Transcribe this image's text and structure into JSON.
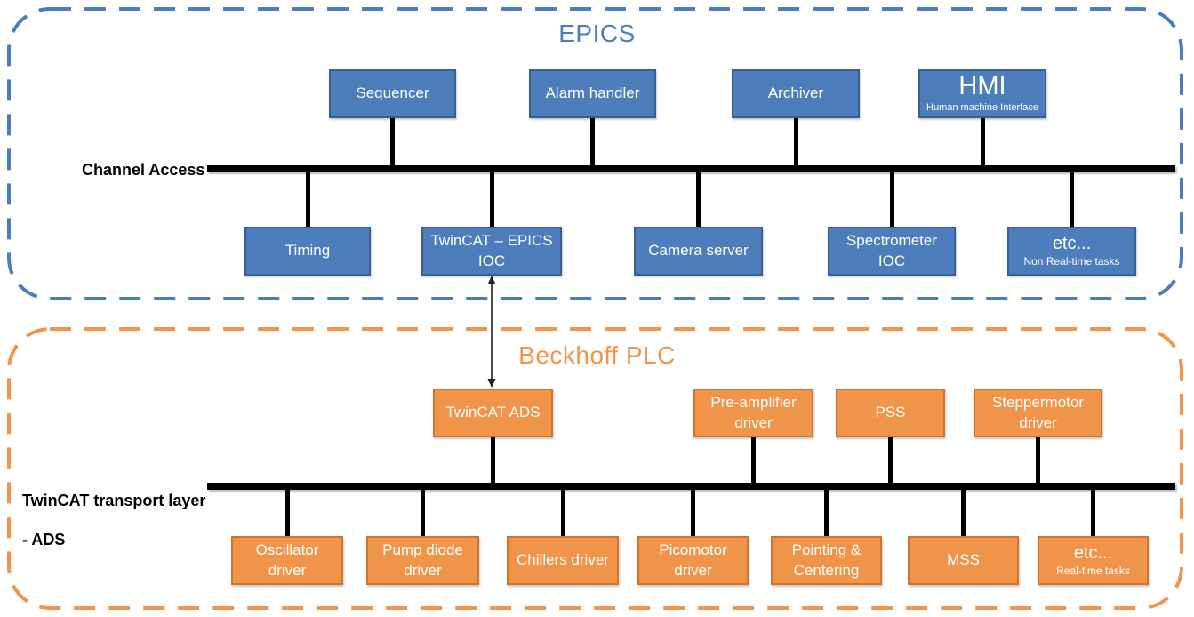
{
  "epics": {
    "title": "EPICS",
    "bus_label": "Channel Access",
    "top_row": [
      {
        "label": "Sequencer"
      },
      {
        "label": "Alarm handler"
      },
      {
        "label": "Archiver"
      },
      {
        "label": "HMI",
        "sublabel": "Human machine Interface"
      }
    ],
    "bottom_row": [
      {
        "label": "Timing"
      },
      {
        "label": "TwinCAT – EPICS IOC"
      },
      {
        "label": "Camera server"
      },
      {
        "label": "Spectrometer IOC"
      },
      {
        "label": "etc...",
        "sublabel": "Non Real-time tasks"
      }
    ]
  },
  "plc": {
    "title": "Beckhoff PLC",
    "bus_label_line1": "TwinCAT transport layer",
    "bus_label_line2": "- ADS",
    "top_row": [
      {
        "label": "TwinCAT ADS"
      },
      {
        "label": "Pre-amplifier driver"
      },
      {
        "label": "PSS"
      },
      {
        "label": "Steppermotor driver"
      }
    ],
    "bottom_row": [
      {
        "label": "Oscillator driver"
      },
      {
        "label": "Pump diode driver"
      },
      {
        "label": "Chillers driver"
      },
      {
        "label": "Picomotor driver"
      },
      {
        "label": "Pointing & Centering"
      },
      {
        "label": "MSS"
      },
      {
        "label": "etc...",
        "sublabel": "Real-time tasks"
      }
    ]
  },
  "colors": {
    "epics_blue_fill": "#4D7EBB",
    "epics_blue_border": "#36618E",
    "epics_dash": "#4A7EBD",
    "plc_orange_fill": "#F0944A",
    "plc_orange_border": "#D0752B",
    "plc_dash": "#F0954B",
    "bus": "#000000",
    "node_text": "#FFFFFF"
  }
}
